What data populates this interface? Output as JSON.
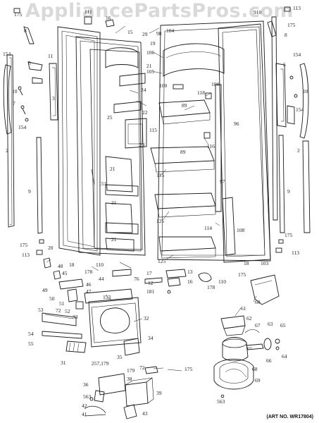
{
  "watermark": "AppliancePartsPros.com",
  "art_number": "(ART NO. WR17804)",
  "part_labels": {
    "p175a": "175",
    "p8a": "8",
    "p111": "111",
    "p16a": "16",
    "p15": "15",
    "p29": "29",
    "p910": "910",
    "p113a": "113",
    "p175b": "175",
    "p8b": "8",
    "p154a": "154",
    "p11": "11",
    "p5a": "5",
    "p10a": "10",
    "p7": "7",
    "p154b": "154",
    "p3": "3",
    "p2a": "2",
    "p9a": "9",
    "p175c": "175",
    "p113b": "113",
    "p19": "19",
    "p98": "98",
    "p104": "104",
    "p106": "106",
    "p21a": "21",
    "p105": "105",
    "p24": "24",
    "p100a": "100",
    "p118": "118",
    "p100b": "100",
    "p25": "25",
    "p22": "22",
    "p89a": "89",
    "p115a": "115",
    "p96": "96",
    "p23": "23",
    "p89b": "89",
    "p116": "116",
    "p151": "151",
    "p21b": "21",
    "p115b": "115",
    "p97": "97",
    "p21c": "21",
    "p125a": "125",
    "p114": "114",
    "p108": "108",
    "p21d": "21",
    "p125b": "125",
    "p103": "103",
    "p154c": "154",
    "p5b": "5",
    "p10b": "10",
    "p154d": "154",
    "p2b": "2",
    "p9b": "9",
    "p175d": "175",
    "p113c": "113",
    "p18a": "18",
    "p175e": "175",
    "p20": "20",
    "p18b": "18",
    "p110a": "110",
    "p76": "76",
    "p17": "17",
    "p13": "13",
    "p48": "48",
    "p45": "45",
    "p178a": "178",
    "p12": "12",
    "p16b": "16",
    "p44": "44",
    "p181": "181",
    "p110b": "110",
    "p178b": "178",
    "p49": "49",
    "p46": "46",
    "p50": "50",
    "p47": "47",
    "p51": "51",
    "p153": "153",
    "p60": "60",
    "p72a": "72",
    "p52": "52",
    "p33": "33",
    "p61": "61",
    "p53": "53",
    "p32": "32",
    "p62": "62",
    "p67": "67",
    "p63": "63",
    "p65": "65",
    "p54": "54",
    "p34": "34",
    "p55": "55",
    "p66": "66",
    "p64": "64",
    "p35": "35",
    "p31": "31",
    "p68": "68",
    "p72b": "72",
    "p175f": "175",
    "p257": "257,179",
    "p179": "179",
    "p38": "38",
    "p36": "36",
    "p39": "39",
    "p563a": "563",
    "p69": "69",
    "p42": "42",
    "p43": "43",
    "p41": "41",
    "p563b": "563"
  }
}
